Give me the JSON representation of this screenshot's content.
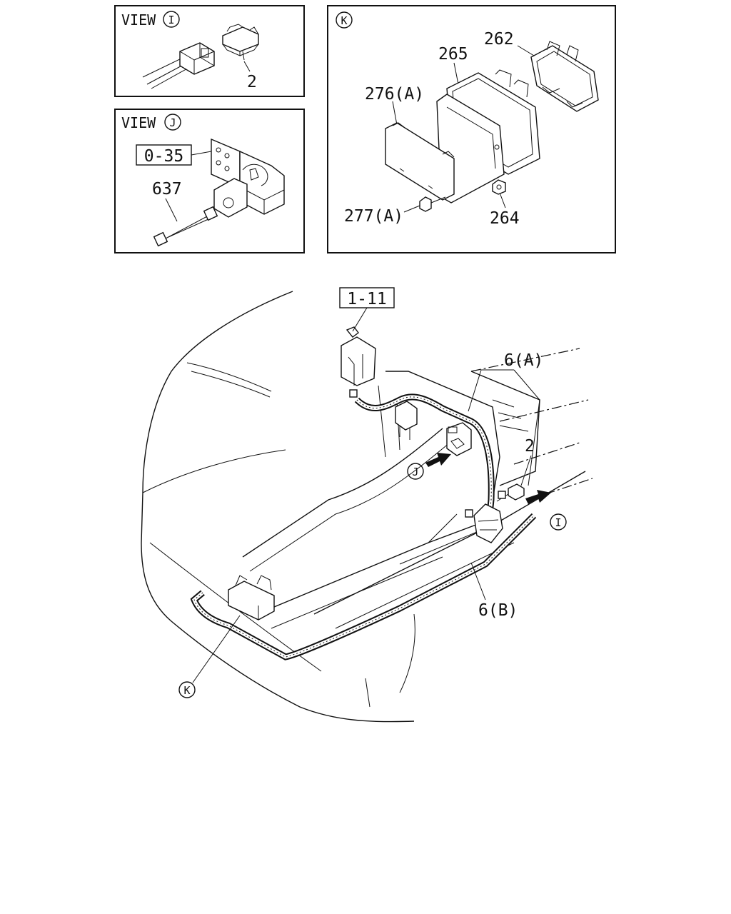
{
  "view_i": {
    "title": "VIEW",
    "marker": "I",
    "part": "2"
  },
  "view_j": {
    "title": "VIEW",
    "marker": "J",
    "ref_box": "0-35",
    "part": "637"
  },
  "view_k": {
    "marker": "K",
    "parts": {
      "p262": "262",
      "p265": "265",
      "p276": "276(A)",
      "p277": "277(A)",
      "p264": "264"
    }
  },
  "main": {
    "ref_box": "1-11",
    "harness_a": "6(A)",
    "harness_b": "6(B)",
    "part_2": "2",
    "marker_i": "I",
    "marker_j": "J",
    "marker_k": "K"
  }
}
